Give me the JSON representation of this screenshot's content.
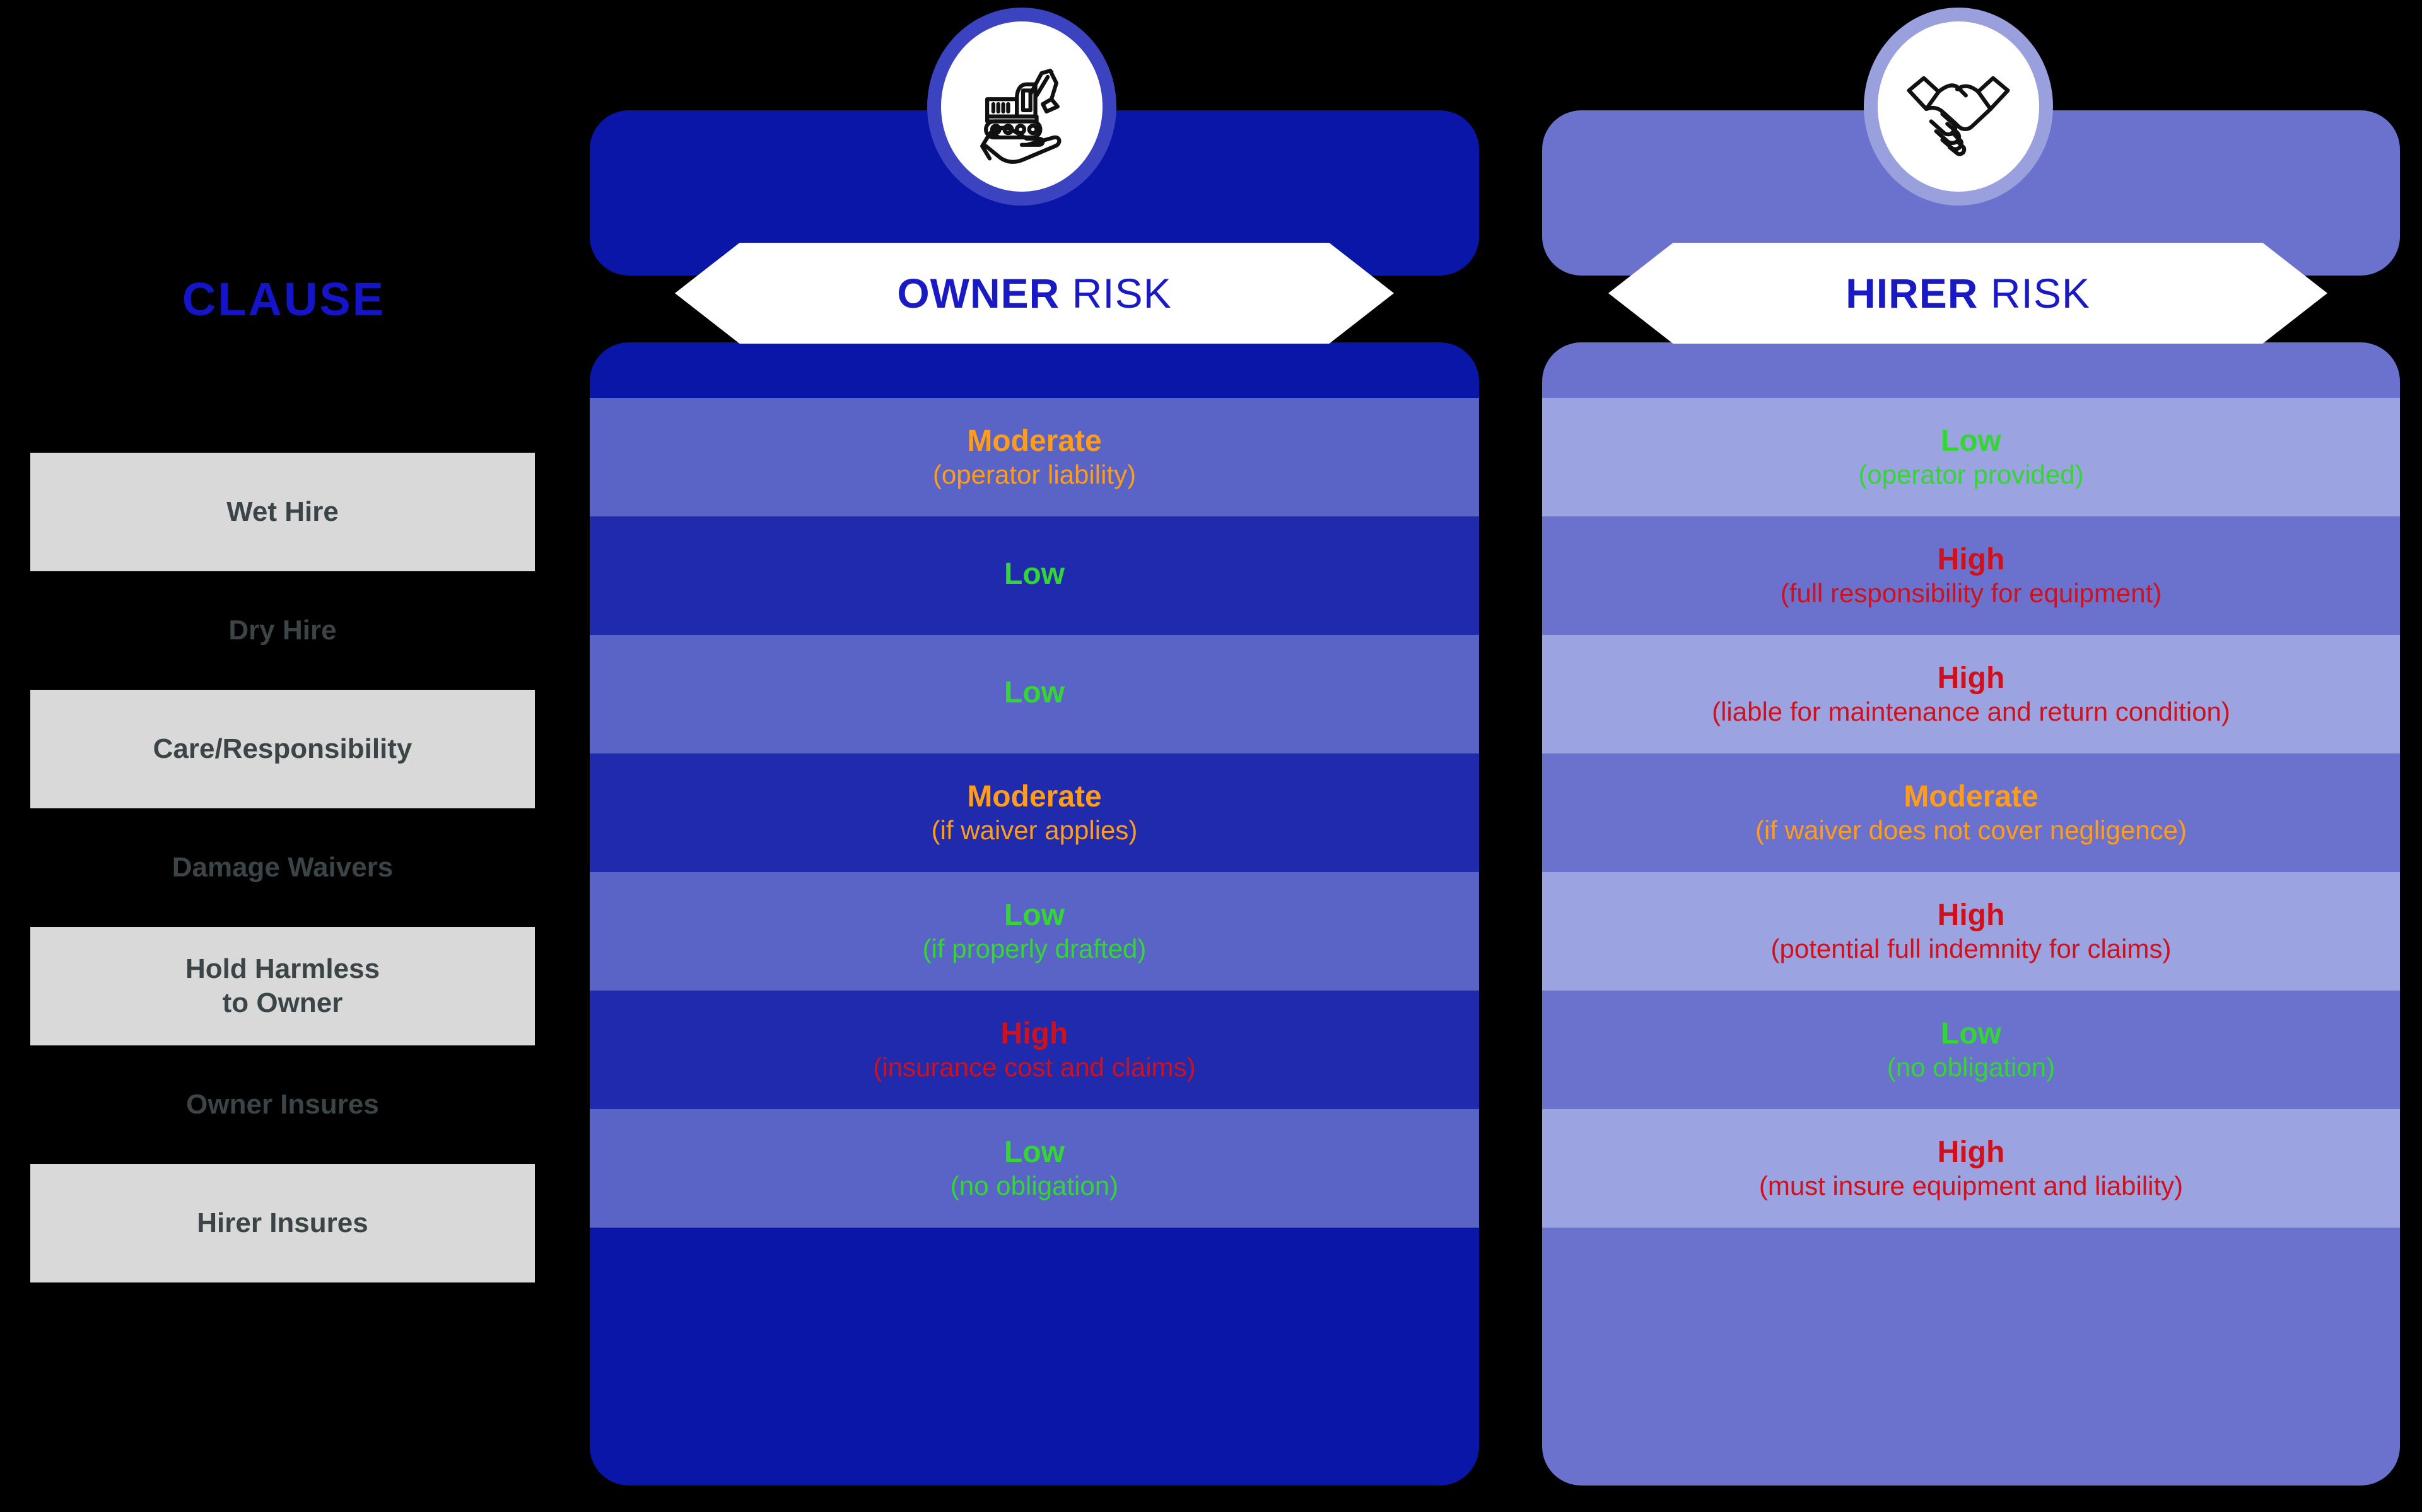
{
  "clause_column": {
    "title": "CLAUSE",
    "items": [
      "Wet Hire",
      "Dry Hire",
      "Care/Responsibility",
      "Damage Waivers",
      "Hold Harmless\nto Owner",
      "Owner Insures",
      "Hirer Insures"
    ]
  },
  "owner_column": {
    "banner_strong": "OWNER",
    "banner_rest": " RISK",
    "icon": "excavator-on-hand-icon",
    "rows": [
      {
        "level": "Moderate",
        "note": "(operator liability)"
      },
      {
        "level": "Low",
        "note": ""
      },
      {
        "level": "Low",
        "note": ""
      },
      {
        "level": "Moderate",
        "note": "(if waiver applies)"
      },
      {
        "level": "Low",
        "note": "(if properly drafted)"
      },
      {
        "level": "High",
        "note": "(insurance cost and claims)"
      },
      {
        "level": "Low",
        "note": "(no obligation)"
      }
    ]
  },
  "hirer_column": {
    "banner_strong": "HIRER",
    "banner_rest": " RISK",
    "icon": "handshake-icon",
    "rows": [
      {
        "level": "Low",
        "note": "(operator provided)"
      },
      {
        "level": "High",
        "note": "(full responsibility for equipment)"
      },
      {
        "level": "High",
        "note": "(liable for maintenance and return condition)"
      },
      {
        "level": "Moderate",
        "note": "(if waiver does not cover negligence)"
      },
      {
        "level": "High",
        "note": "(potential full indemnity for claims)"
      },
      {
        "level": "Low",
        "note": "(no obligation)"
      },
      {
        "level": "High",
        "note": "(must insure equipment and liability)"
      }
    ]
  },
  "colors": {
    "background": "#000000",
    "clause_title": "#1414c8",
    "clause_chip": "#d9d9d9",
    "clause_text": "#3b4447",
    "owner_card": "#0a16a8",
    "owner_row_light": "#5a63c6",
    "owner_row_dark": "#1f2bac",
    "hirer_card": "#6b72cd",
    "hirer_row_light": "#9ba3e0",
    "hirer_row_dark": "#6b72cd",
    "banner_bg": "#ffffff",
    "banner_text": "#1a1ac4",
    "low": "#33d633",
    "moderate": "#ff9c1a",
    "high": "#d0111b"
  }
}
